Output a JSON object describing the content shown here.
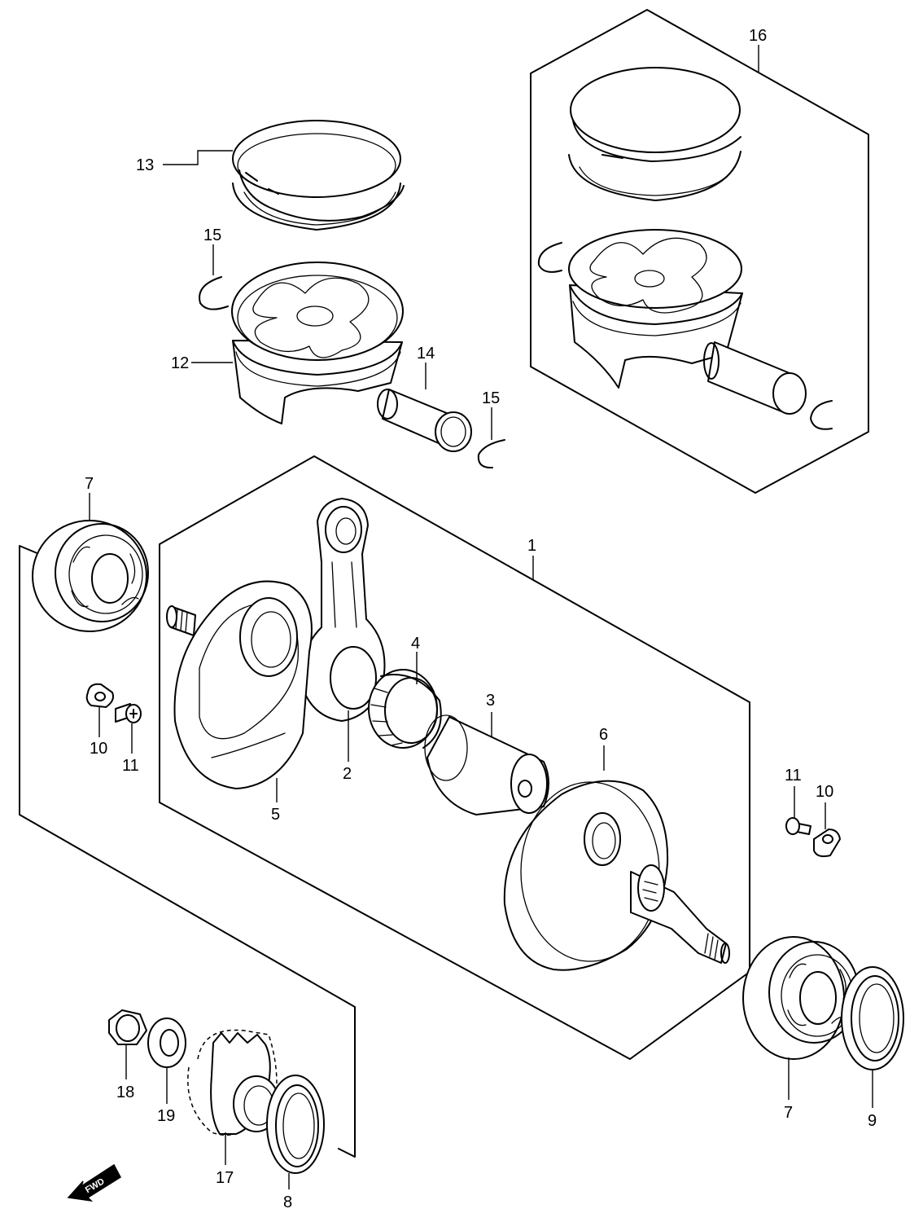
{
  "callouts": {
    "c1": "1",
    "c2": "2",
    "c3": "3",
    "c4": "4",
    "c5": "5",
    "c6": "6",
    "c7a": "7",
    "c7b": "7",
    "c8": "8",
    "c9": "9",
    "c10a": "10",
    "c10b": "10",
    "c11a": "11",
    "c11b": "11",
    "c12": "12",
    "c13": "13",
    "c14": "14",
    "c15a": "15",
    "c15b": "15",
    "c16": "16",
    "c17": "17",
    "c18": "18",
    "c19": "19"
  },
  "direction_marker": "FWD"
}
